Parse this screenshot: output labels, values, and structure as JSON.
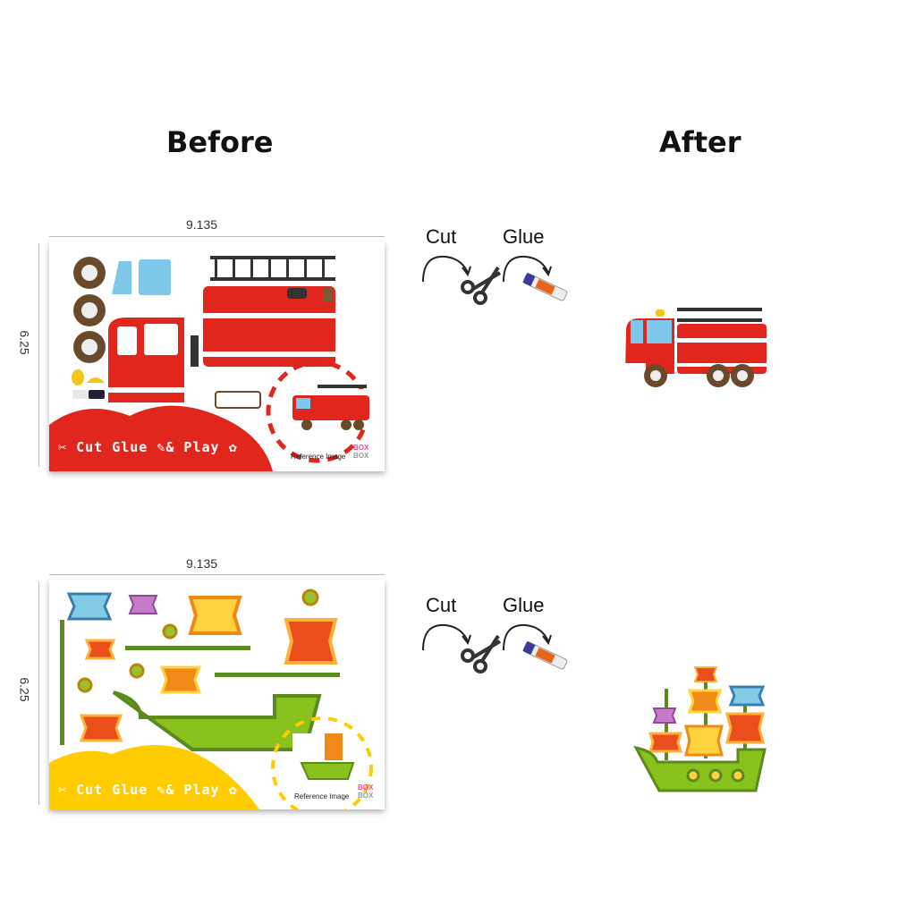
{
  "headings": {
    "before": "Before",
    "after": "After"
  },
  "products": [
    {
      "name": "fire-truck",
      "width_label": "9.135",
      "height_label": "6.25",
      "banner": {
        "cut": "Cut",
        "glue": "Glue",
        "play": "& Play"
      },
      "reference_label": "Reference Image",
      "logo": {
        "top": "BOX",
        "bottom": "BOX"
      },
      "accent": "#e0261d"
    },
    {
      "name": "pirate-ship",
      "width_label": "9.135",
      "height_label": "6.25",
      "banner": {
        "cut": "Cut",
        "glue": "Glue",
        "play": "& Play"
      },
      "reference_label": "Reference Image",
      "logo": {
        "top": "BOX",
        "bottom": "BOX"
      },
      "accent": "#ffcc00"
    }
  ],
  "steps": {
    "cut": "Cut",
    "glue": "Glue"
  },
  "icons": [
    "scissors-icon",
    "glue-stick-icon",
    "curved-arrow-icon"
  ]
}
